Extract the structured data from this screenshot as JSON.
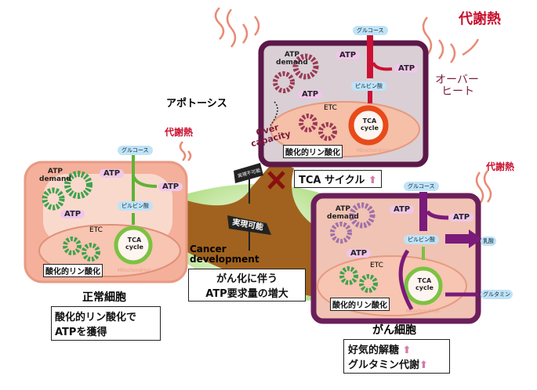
{
  "heat_label": "代謝熱",
  "overheat": [
    "オーバー",
    "ヒート"
  ],
  "apoptosis": "アポトーシス",
  "over_capacity": [
    "Over",
    "capacity"
  ],
  "glucose": "グルコース",
  "pyruvate": "ピルビン酸",
  "lactate": "乳酸",
  "glutamine": "グルタミン",
  "atp": "ATP",
  "atp_demand": [
    "ATP",
    "demand"
  ],
  "etc": "ETC",
  "tca": [
    "TCA",
    "cycle"
  ],
  "mitochondrion": "Mitochondrion",
  "oxphos": "酸化的リン酸化",
  "tca_up": "TCA サイクル",
  "up_arrow": "⬆",
  "sign_impossible": "実現不可能",
  "sign_possible": "実現可能",
  "cancer_development": [
    "Cancer",
    "development"
  ],
  "cancer_atp_box": [
    "がん化に伴う",
    "ATP要求量の増大"
  ],
  "normal_cell": {
    "title": "正常細胞",
    "desc": [
      "酸化的リン酸化で",
      "ATPを獲得"
    ]
  },
  "cancer_cell": {
    "title": "がん細胞",
    "desc": [
      "好気的解糖",
      "グルタミン代謝"
    ]
  },
  "colors": {
    "normal": "#f4b09a",
    "cancer": "#6b1f5a",
    "green": "#3fa34d",
    "red_arrow": "#cc1133",
    "purple_arrow": "#7a1a7a",
    "road": "#a0621e"
  }
}
